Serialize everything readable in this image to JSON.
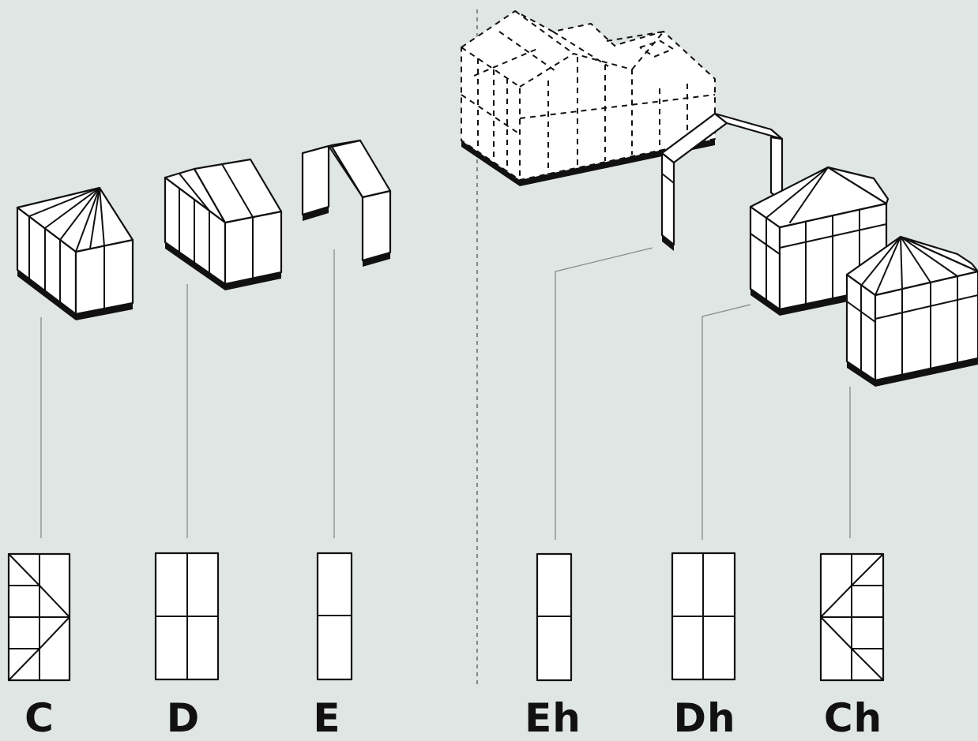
{
  "labels": {
    "c": "C",
    "d": "D",
    "e": "E",
    "eh": "Eh",
    "dh": "Dh",
    "ch": "Ch"
  },
  "colors": {
    "background": "#e0e6e3",
    "ink": "#111111",
    "leader": "#7d8f82"
  }
}
